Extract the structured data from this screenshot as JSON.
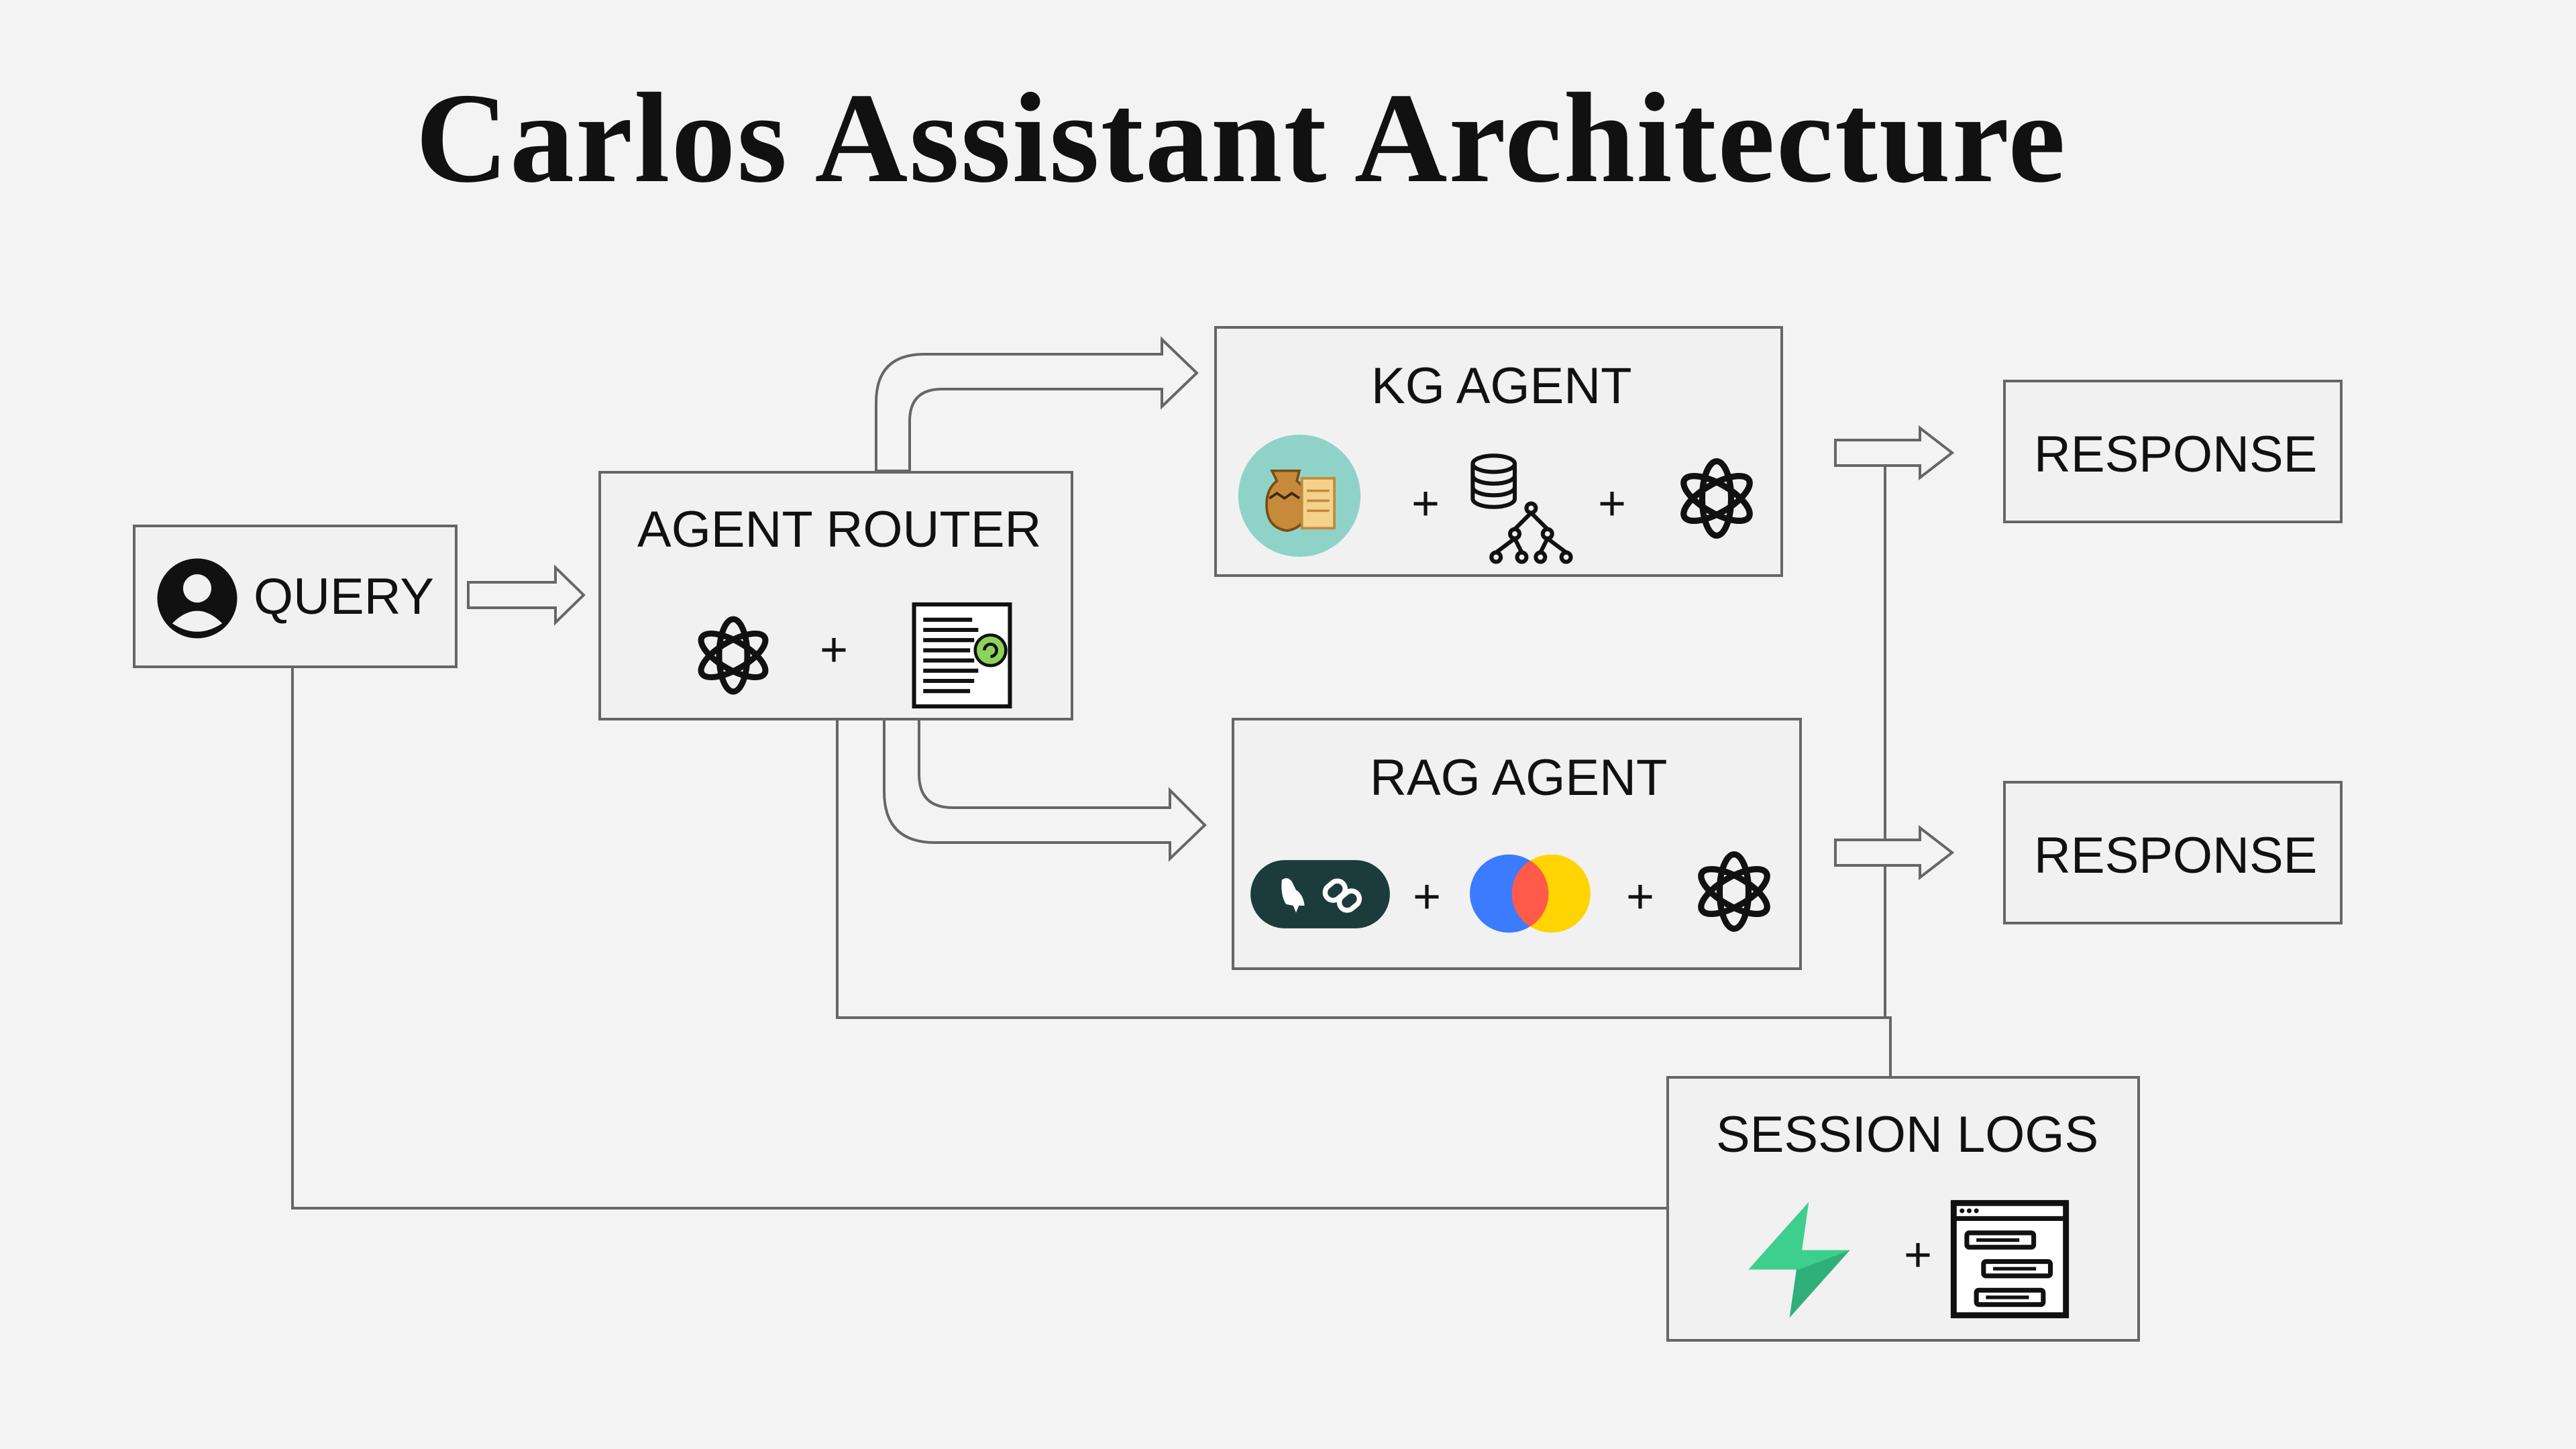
{
  "title": "Carlos Assistant Architecture",
  "nodes": {
    "query": {
      "label": "QUERY",
      "icons": [
        "user-icon"
      ]
    },
    "agent_router": {
      "label": "AGENT ROUTER",
      "icons": [
        "openai-icon",
        "document-icon"
      ],
      "plus": "+"
    },
    "kg_agent": {
      "label": "KG AGENT",
      "icons": [
        "pottery-scroll-icon",
        "database-graph-icon",
        "openai-icon"
      ],
      "plus": "+"
    },
    "rag_agent": {
      "label": "RAG AGENT",
      "icons": [
        "langchain-icon",
        "chroma-icon",
        "openai-icon"
      ],
      "plus": "+"
    },
    "response_kg": {
      "label": "RESPONSE"
    },
    "response_rag": {
      "label": "RESPONSE"
    },
    "session_logs": {
      "label": "SESSION LOGS",
      "icons": [
        "supabase-icon",
        "log-window-icon"
      ],
      "plus": "+"
    }
  },
  "colors": {
    "background": "#f3f3f3",
    "box_border": "#666666",
    "supabase_green": "#3ecf8e",
    "chroma_blue": "#3a7bff",
    "chroma_red": "#ff5a4a",
    "chroma_yellow": "#ffd400",
    "langchain_dark": "#1c3c3c",
    "pottery_bg": "#8fd3c8"
  }
}
